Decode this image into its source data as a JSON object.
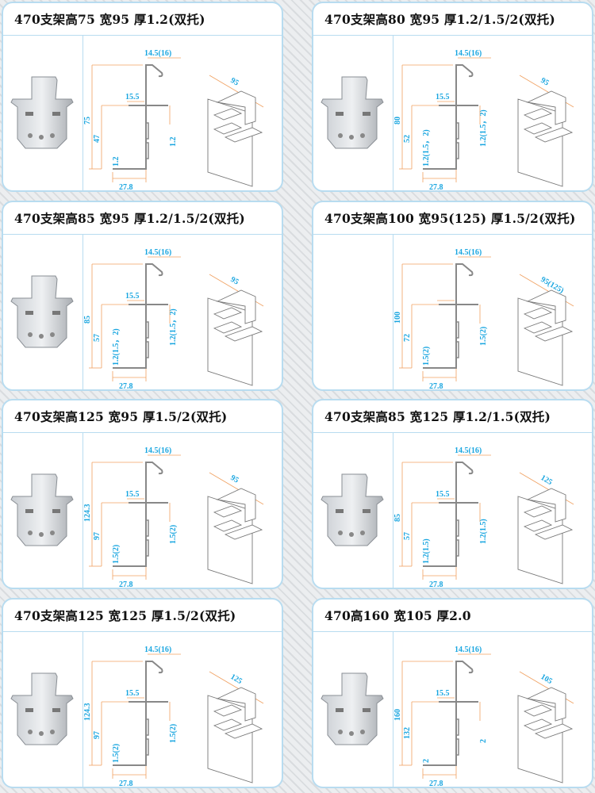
{
  "colors": {
    "dimension_text": "#1aa6e0",
    "dimension_line": "#f0a060",
    "border": "#b8dcf0"
  },
  "cards": [
    {
      "title": "470支架高75 宽95  厚1.2(双托)",
      "has_photo": true,
      "dims": {
        "hook": "14.5(16)",
        "mid": "15.5",
        "height": "75",
        "inner": "47",
        "right": "1.2",
        "left": "1.2",
        "base": "27.8",
        "width": "95"
      }
    },
    {
      "title": "470支架高80 宽95  厚1.2/1.5/2(双托)",
      "has_photo": true,
      "dims": {
        "hook": "14.5(16)",
        "mid": "15.5",
        "height": "80",
        "inner": "52",
        "right": "1.2(1.5，2)",
        "left": "1.2(1.5，2)",
        "base": "27.8",
        "width": "95"
      }
    },
    {
      "title": "470支架高85 宽95  厚1.2/1.5/2(双托)",
      "has_photo": true,
      "dims": {
        "hook": "14.5(16)",
        "mid": "15.5",
        "height": "85",
        "inner": "57",
        "right": "1.2(1.5，2)",
        "left": "1.2(1.5，2)",
        "base": "27.8",
        "width": "95"
      }
    },
    {
      "title": "470支架高100 宽95(125) 厚1.5/2(双托)",
      "has_photo": false,
      "dims": {
        "hook": "14.5(16)",
        "mid": "",
        "height": "100",
        "inner": "72",
        "right": "1.5(2)",
        "left": "1.5(2)",
        "base": "27.8",
        "width": "95(125)"
      }
    },
    {
      "title": "470支架高125 宽95  厚1.5/2(双托)",
      "has_photo": true,
      "dims": {
        "hook": "14.5(16)",
        "mid": "15.5",
        "height": "124.3",
        "inner": "97",
        "right": "1.5(2)",
        "left": "1.5(2)",
        "base": "27.8",
        "width": "95"
      }
    },
    {
      "title": "470支架高85 宽125 厚1.2/1.5(双托)",
      "has_photo": true,
      "dims": {
        "hook": "14.5(16)",
        "mid": "15.5",
        "height": "85",
        "inner": "57",
        "right": "1.2(1.5)",
        "left": "1.2(1.5)",
        "base": "27.8",
        "width": "125"
      }
    },
    {
      "title": "470支架高125 宽125  厚1.5/2(双托)",
      "has_photo": true,
      "dims": {
        "hook": "14.5(16)",
        "mid": "15.5",
        "height": "124.3",
        "inner": "97",
        "right": "1.5(2)",
        "left": "1.5(2)",
        "base": "27.8",
        "width": "125"
      }
    },
    {
      "title": "470高160 宽105 厚2.0",
      "has_photo": true,
      "dims": {
        "hook": "14.5(16)",
        "mid": "15.5",
        "height": "160",
        "inner": "132",
        "right": "2",
        "left": "2",
        "base": "27.8",
        "width": "105"
      }
    }
  ]
}
